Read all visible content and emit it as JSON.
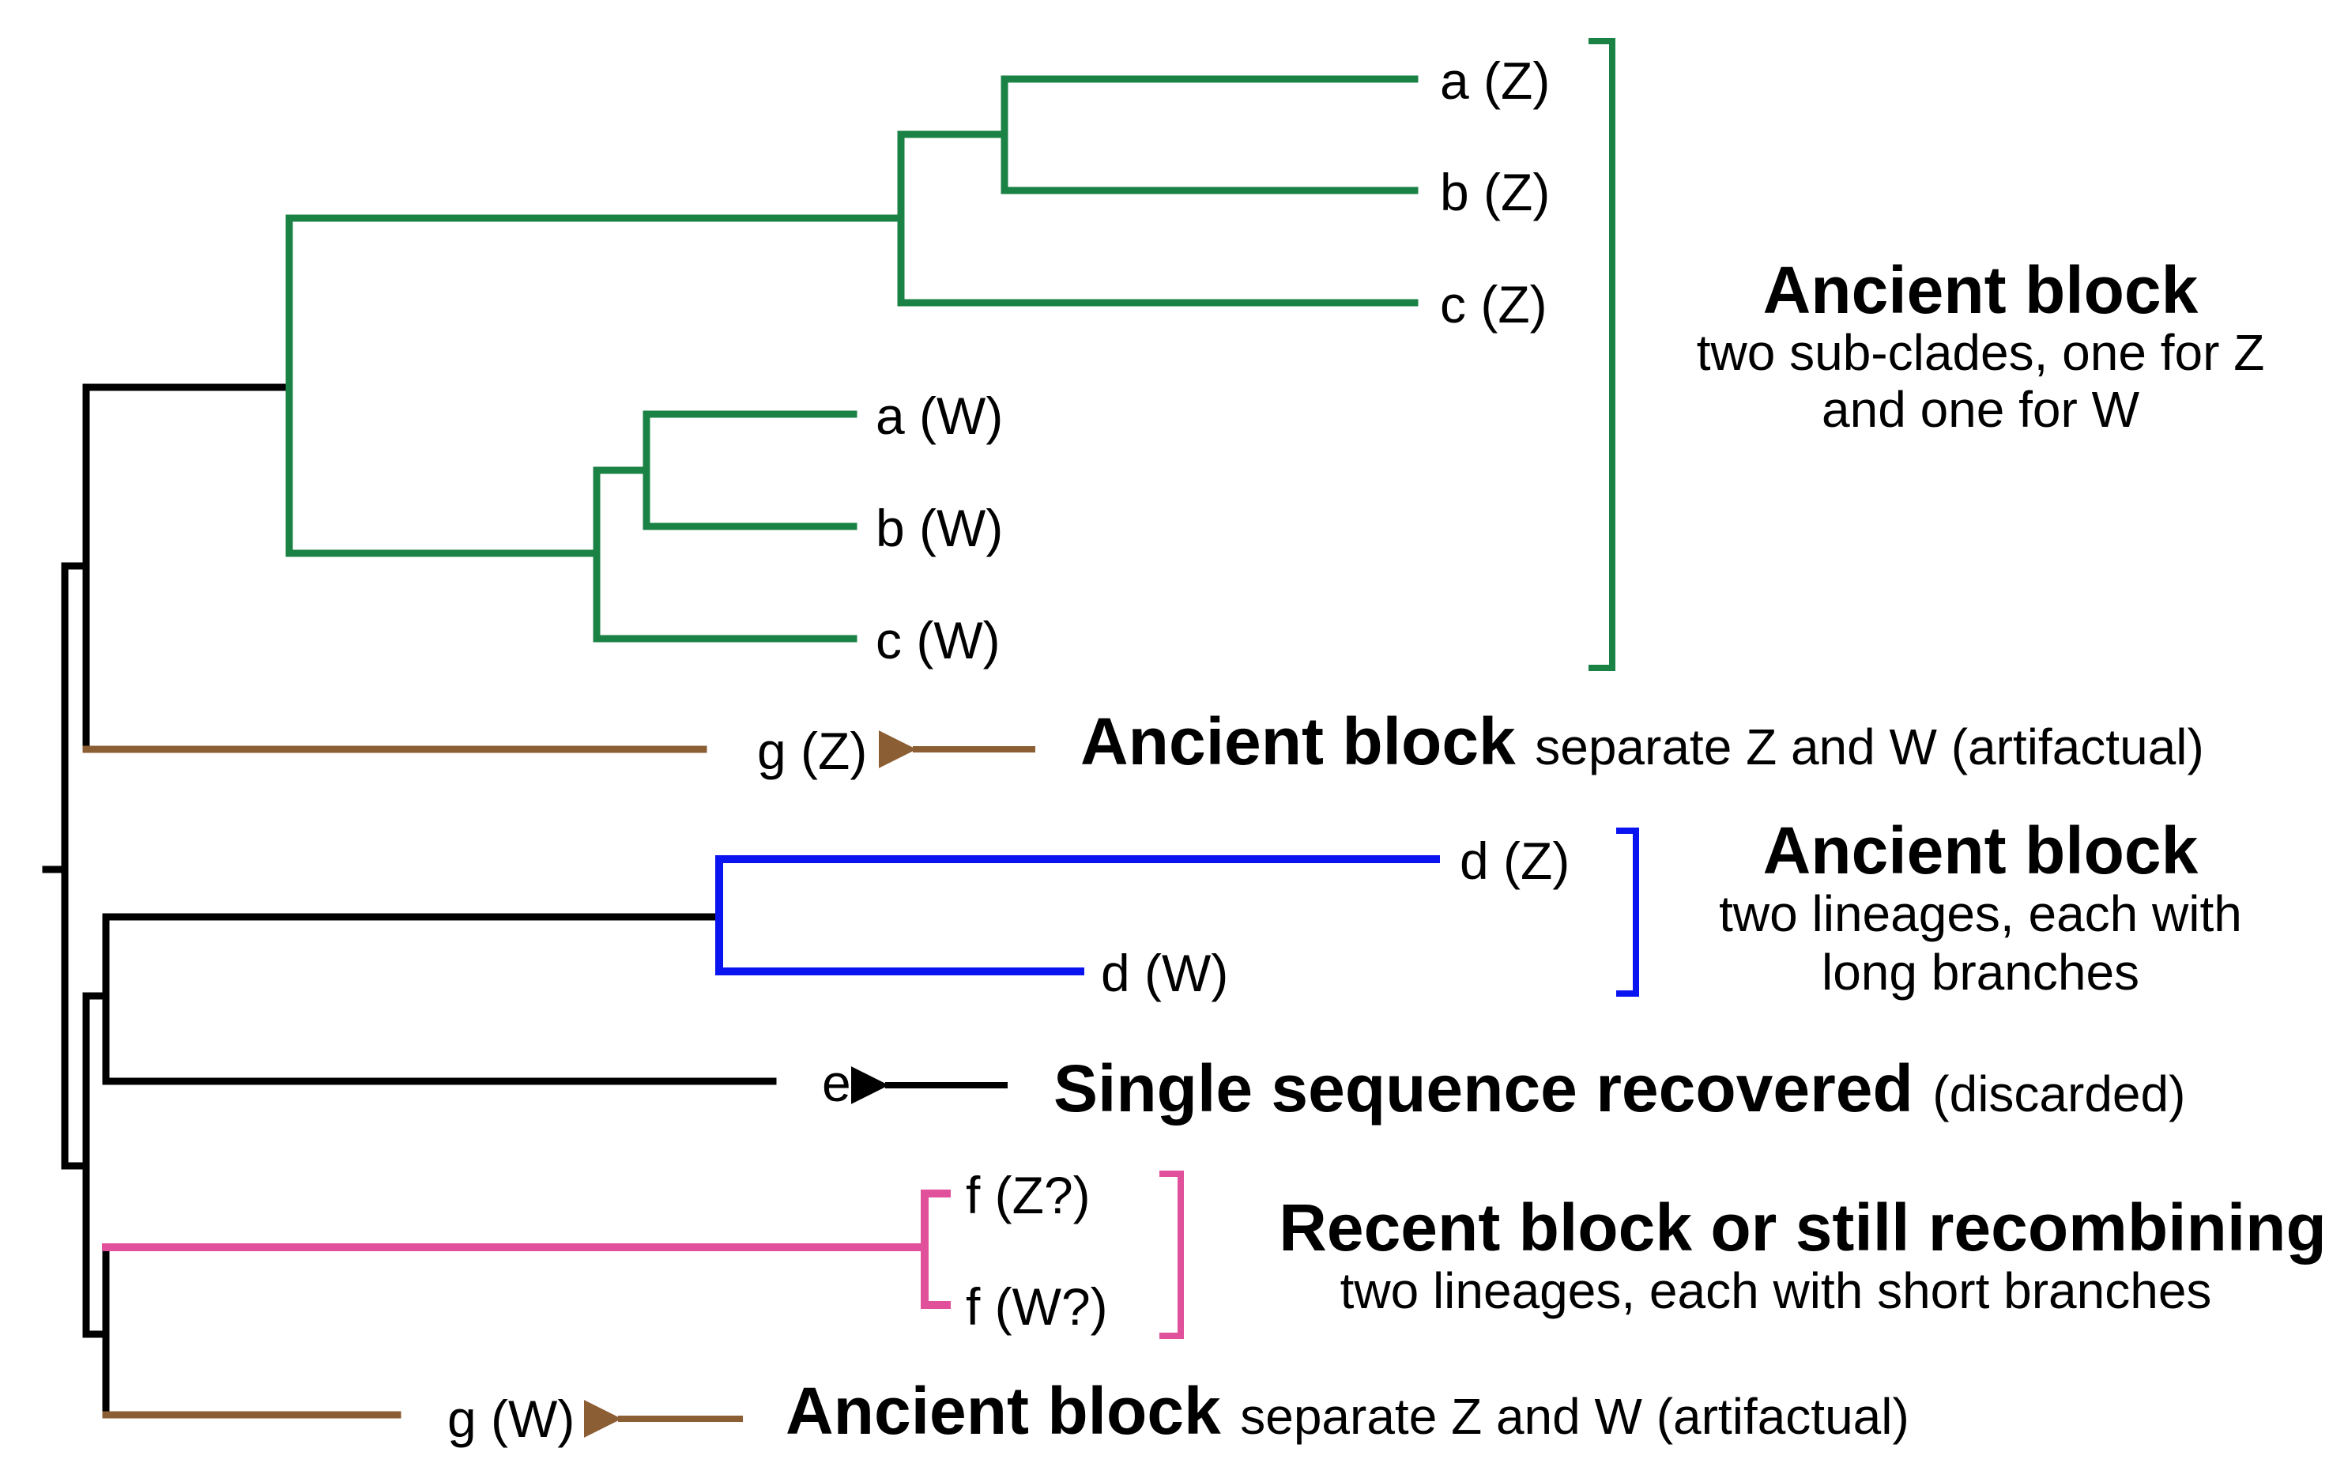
{
  "colors": {
    "green": "#1b8245",
    "black": "#000000",
    "brown": "#8b5e34",
    "blue": "#0a14f0",
    "pink": "#e0509b"
  },
  "leaves": {
    "aZ": "a (Z)",
    "bZ": "b (Z)",
    "cZ": "c (Z)",
    "aW": "a (W)",
    "bW": "b (W)",
    "cW": "c (W)",
    "gZ": "g (Z)",
    "dZ": "d (Z)",
    "dW": "d (W)",
    "e": "e",
    "fZ": "f (Z?)",
    "fW": "f (W?)",
    "gW": "g (W)"
  },
  "annotations": {
    "ancient_top": {
      "title": "Ancient block",
      "line1": "two sub-clades, one for Z",
      "line2": "and one for W"
    },
    "ancient_gZ": {
      "title": "Ancient block",
      "rest": "separate Z and W (artifactual)"
    },
    "ancient_d": {
      "title": "Ancient block",
      "line1": "two lineages, each with",
      "line2": "long branches"
    },
    "single": {
      "title": "Single sequence recovered",
      "rest": "(discarded)"
    },
    "recent": {
      "title": "Recent block or still recombining",
      "line1": "two lineages, each with short branches"
    },
    "ancient_gW": {
      "title": "Ancient block",
      "rest": "separate Z and W (artifactual)"
    }
  }
}
